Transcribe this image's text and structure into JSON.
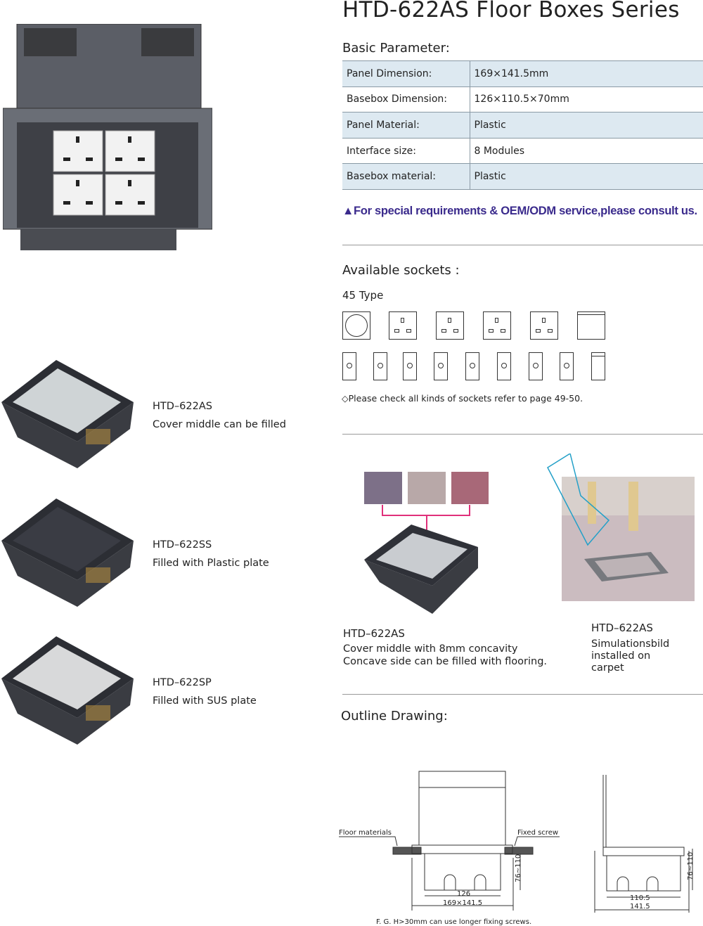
{
  "title": "HTD-622AS Floor Boxes Series",
  "basic": {
    "heading": "Basic Parameter:",
    "rows": [
      {
        "label": "Panel Dimension:",
        "value": "169×141.5mm"
      },
      {
        "label": "Basebox Dimension:",
        "value": "126×110.5×70mm"
      },
      {
        "label": "Panel Material:",
        "value": "Plastic"
      },
      {
        "label": "Interface  size:",
        "value": "8 Modules"
      },
      {
        "label": "Basebox material:",
        "value": "Plastic"
      }
    ]
  },
  "note": "▲For special requirements & OEM/ODM service,please consult us.",
  "note_color": "#3a2a8c",
  "sockets": {
    "heading": "Available sockets :",
    "type": "45 Type",
    "row1": [
      "schuko-socket-icon",
      "uk-socket-icon",
      "multi-socket-icon",
      "universal-socket-icon",
      "australian-socket-icon",
      "blank-plate-icon"
    ],
    "row2": [
      "telephone-jack-icon",
      "data-jack-icon",
      "tv-coax-icon",
      "audio-jack-icon",
      "rca-jack-icon",
      "vga-port-icon",
      "round-pin-socket-icon",
      "two-pin-socket-icon",
      "blank-module-icon"
    ],
    "footnote": "◇Please  check all kinds of sockets refer to page 49-50."
  },
  "variants": [
    {
      "model": "HTD–622AS",
      "desc": "Cover middle can be filled"
    },
    {
      "model": "HTD–622SS",
      "desc": "Filled with Plastic plate"
    },
    {
      "model": "HTD–622SP",
      "desc": "Filled with SUS plate"
    }
  ],
  "concavity": {
    "model": "HTD–622AS",
    "line1": "Cover middle with 8mm concavity",
    "line2": "Concave side can be filled with flooring."
  },
  "simulation": {
    "model": "HTD–622AS",
    "line1": "Simulationsbild",
    "line2": "installed on",
    "line3": "carpet"
  },
  "outline": {
    "heading": "Outline Drawing:",
    "floor_label": "Floor materials",
    "screw_label": "Fixed screw",
    "dim_inner": "126",
    "dim_outer": "169×141.5",
    "dim_height": "76~110",
    "side_inner": "110.5",
    "side_outer": "141.5",
    "side_height": "76~110",
    "footnote": "F. G.  H>30mm can use longer fixing screws."
  },
  "colors": {
    "accent_arrow": "#e0307a",
    "table_shade": "#dde9f1"
  }
}
